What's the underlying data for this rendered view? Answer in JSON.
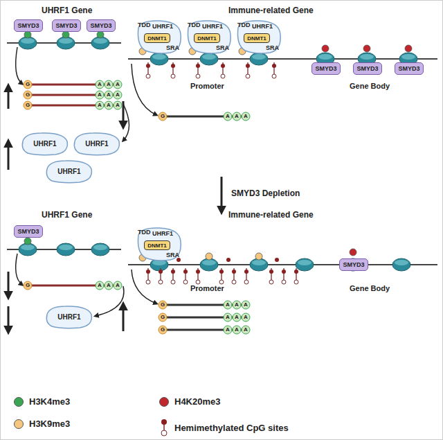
{
  "diagram": {
    "nodes": [
      {
        "text": [
          "SMYD3"
        ]
      },
      {
        "text": [
          "SMYD3"
        ]
      },
      {
        "text": [
          "SMYD3"
        ]
      },
      {
        "text": [
          "UHRF1"
        ]
      },
      {
        "text": [
          "UHRF1"
        ]
      },
      {
        "text": [
          "UHRF1"
        ]
      },
      {
        "text": [
          "TDD",
          "UHRF1",
          "SRA"
        ]
      },
      {
        "text": [
          "DNMT1"
        ],
        "in": 6
      },
      {
        "text": [
          "TDD",
          "UHRF1",
          "SRA"
        ]
      },
      {
        "text": [
          "DNMT1"
        ],
        "in": 8
      },
      {
        "text": [
          "TDD",
          "UHRF1",
          "SRA"
        ]
      },
      {
        "text": [
          "DNMT1"
        ],
        "in": 10
      },
      {
        "text": [
          "SMYD3"
        ]
      },
      {
        "text": [
          "SMYD3"
        ]
      },
      {
        "text": [
          "SMYD3"
        ]
      },
      {
        "text": [
          "SMYD3"
        ]
      },
      {
        "text": [
          "UHRF1"
        ]
      },
      {
        "text": [
          "TDD",
          "UHRF1",
          "SRA"
        ]
      },
      {
        "text": [
          "DNMT1"
        ],
        "in": 17
      },
      {
        "text": [
          "SMYD3"
        ]
      }
    ],
    "labels": [
      "UHRF1 Gene",
      "Immune-related Gene",
      "Promoter",
      "Gene Body",
      "SMYD3 Depletion",
      "UHRF1 Gene",
      "Immune-related Gene",
      "Promoter",
      "Gene Body",
      "G",
      "A",
      "A",
      "A",
      "G",
      "A",
      "A",
      "A",
      "G",
      "A",
      "A",
      "A",
      "G",
      "A",
      "A",
      "A",
      "G",
      "A",
      "A",
      "A",
      "G",
      "A",
      "A",
      "A",
      "G",
      "A",
      "A",
      "A",
      "G",
      "A",
      "A",
      "A"
    ],
    "legend": [
      {
        "text": "H3K4me3",
        "color": "#3aa655"
      },
      {
        "text": "H4K20me3",
        "color": "#c0262c"
      },
      {
        "text": "H3K9me3",
        "color": "#f5c77e"
      },
      {
        "text": "Hemimethylated CpG sites"
      }
    ]
  }
}
